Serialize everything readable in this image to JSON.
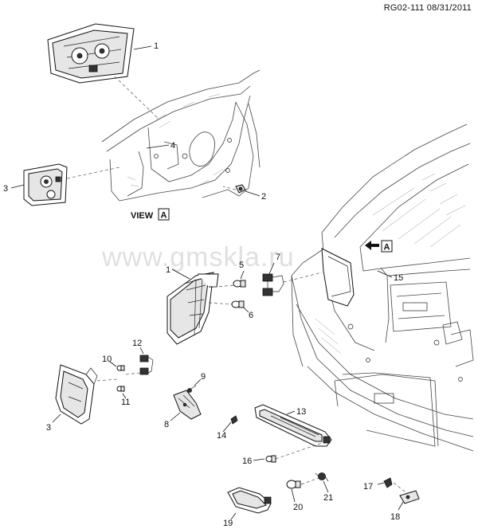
{
  "header": {
    "figure_id": "RG02-111 08/31/2011"
  },
  "watermark": "www.gmskla.ru",
  "view_label": {
    "text": "VIEW",
    "letter": "A"
  },
  "view_marker": {
    "letter": "A"
  },
  "callouts": {
    "c1_top": "1",
    "c2_top": "2",
    "c3_top": "3",
    "c4_top": "4",
    "c1": "1",
    "c3": "3",
    "c5": "5",
    "c6": "6",
    "c7": "7",
    "c8": "8",
    "c9": "9",
    "c10": "10",
    "c11": "11",
    "c12": "12",
    "c13": "13",
    "c14": "14",
    "c15": "15",
    "c16": "16",
    "c17": "17",
    "c18": "18",
    "c19": "19",
    "c20": "20",
    "c21": "21"
  }
}
